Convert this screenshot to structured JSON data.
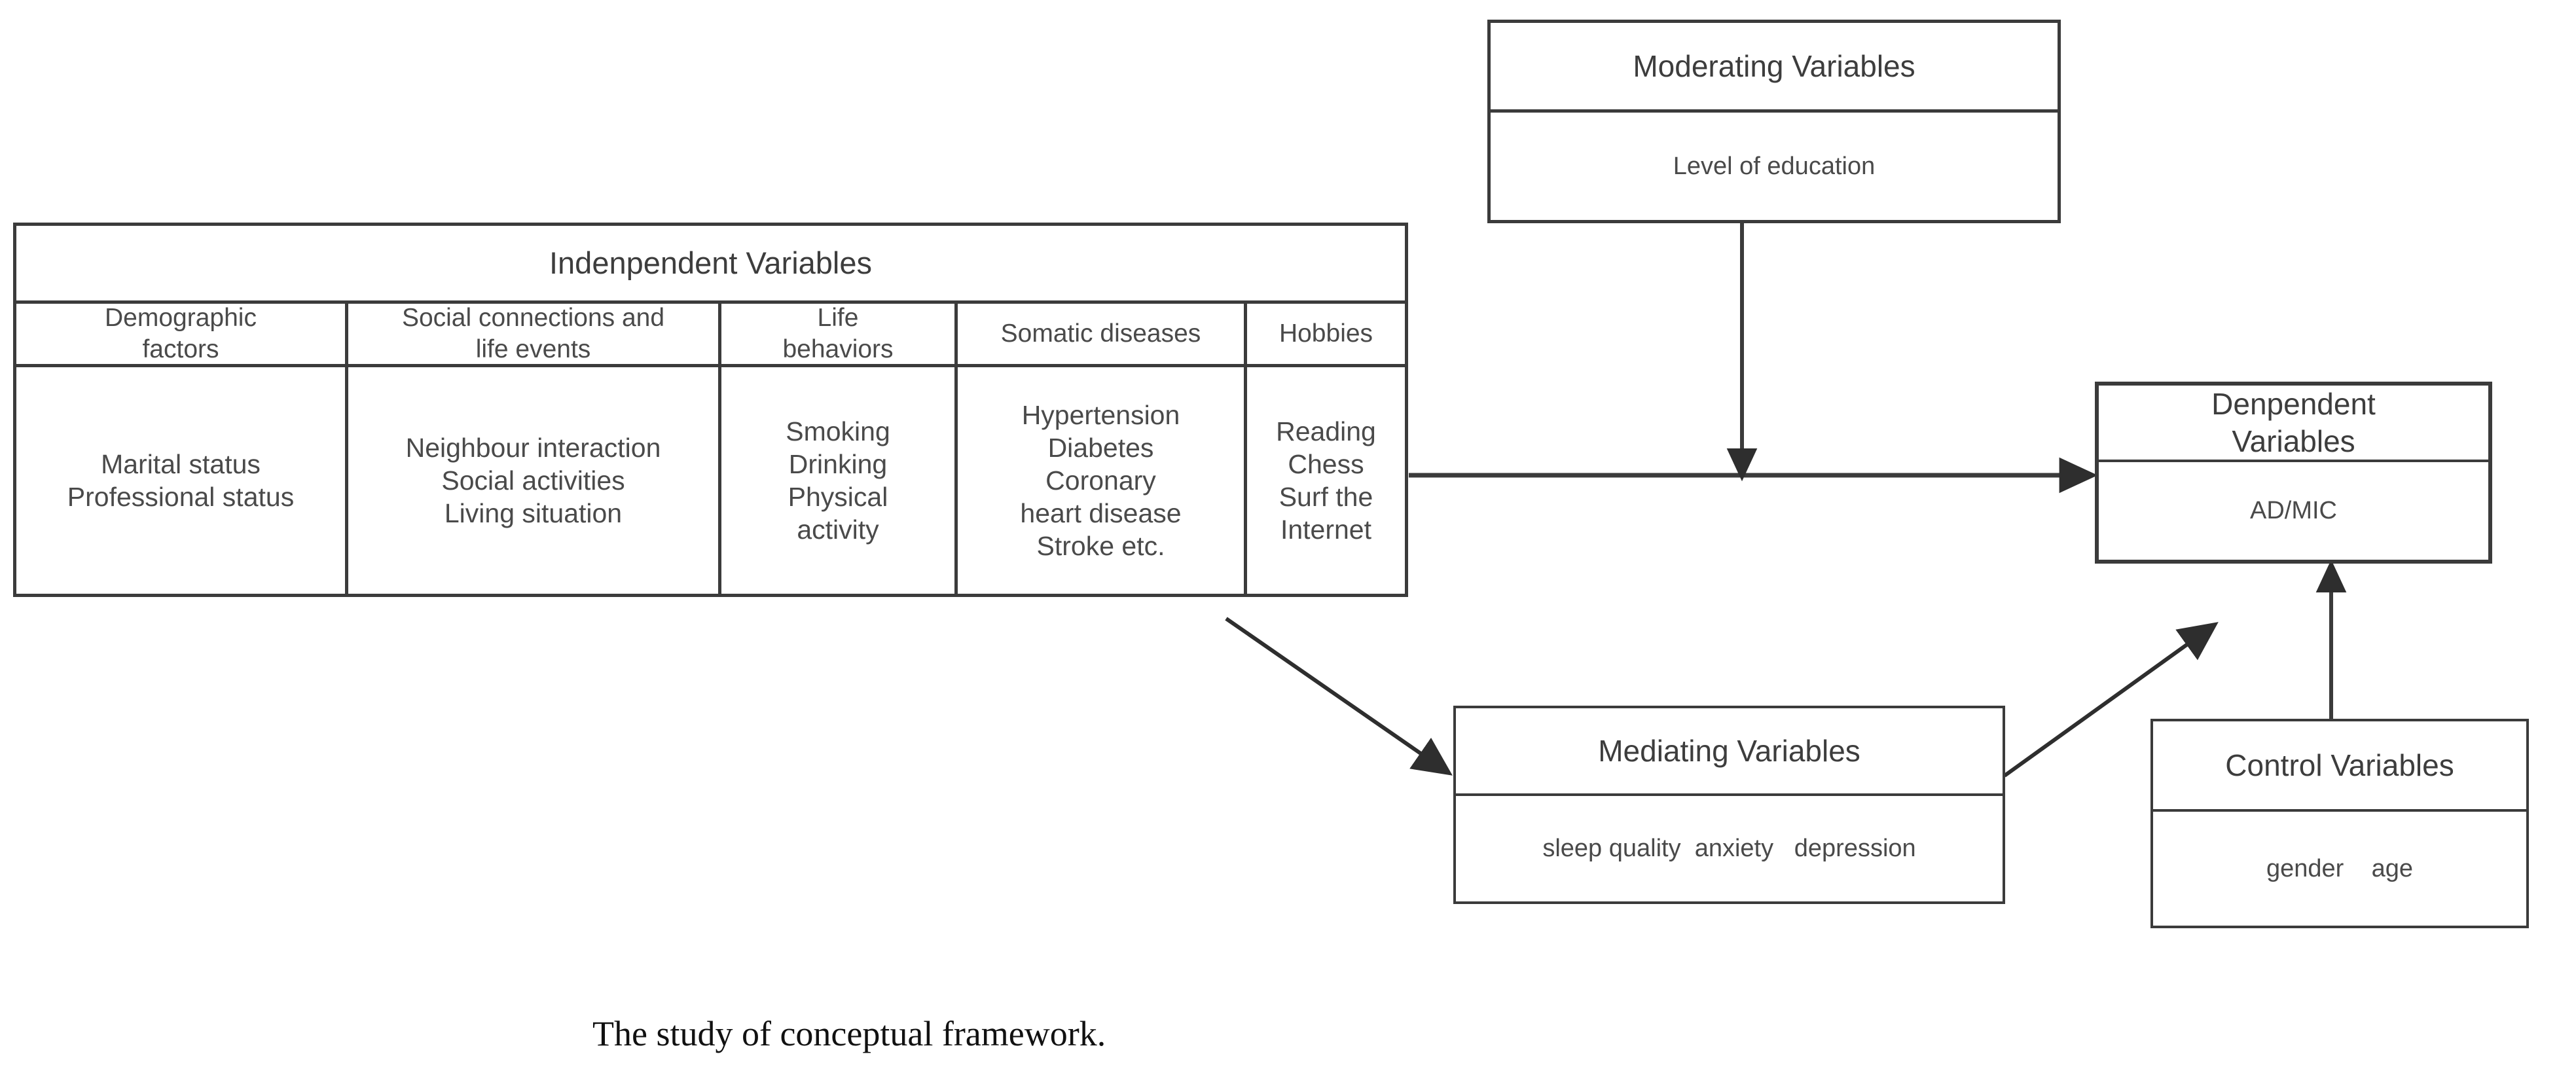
{
  "colors": {
    "line": "#3b3b3b",
    "text": "#4a4a4a",
    "heading": "#3d3d3d",
    "background": "#ffffff",
    "caption_text": "#111111"
  },
  "independent_variables": {
    "title": "Indenpendent Variables",
    "columns": [
      {
        "header": "Demographic\nfactors",
        "items": "Marital status\nProfessional status"
      },
      {
        "header": "Social connections and\nlife events",
        "items": "Neighbour interaction\nSocial activities\nLiving situation"
      },
      {
        "header": "Life\nbehaviors",
        "items": "Smoking\nDrinking\nPhysical\nactivity"
      },
      {
        "header": "Somatic diseases",
        "items": "Hypertension\nDiabetes\nCoronary\nheart disease\nStroke etc."
      },
      {
        "header": "Hobbies",
        "items": "Reading\nChess\nSurf the\nInternet"
      }
    ]
  },
  "moderating_variables": {
    "title": "Moderating Variables",
    "content": "Level of education"
  },
  "dependent_variables": {
    "title": "Denpendent\nVariables",
    "content": "AD/MIC"
  },
  "mediating_variables": {
    "title": "Mediating Variables",
    "content": "sleep quality  anxiety   depression"
  },
  "control_variables": {
    "title": "Control Variables",
    "content": "gender    age"
  },
  "arrows": [
    {
      "name": "independent-to-dependent",
      "from": "Indenpendent Variables",
      "to": "Denpendent Variables",
      "style": "straight-horizontal"
    },
    {
      "name": "moderating-to-path",
      "from": "Moderating Variables",
      "to": "independent-to-dependent path",
      "style": "straight-vertical"
    },
    {
      "name": "independent-to-mediating",
      "from": "Indenpendent Variables",
      "to": "Mediating Variables",
      "style": "diagonal"
    },
    {
      "name": "mediating-to-dependent",
      "from": "Mediating Variables",
      "to": "Denpendent Variables",
      "style": "diagonal"
    },
    {
      "name": "control-to-dependent",
      "from": "Control Variables",
      "to": "Denpendent Variables",
      "style": "straight-vertical"
    }
  ],
  "caption": "The study of conceptual framework."
}
